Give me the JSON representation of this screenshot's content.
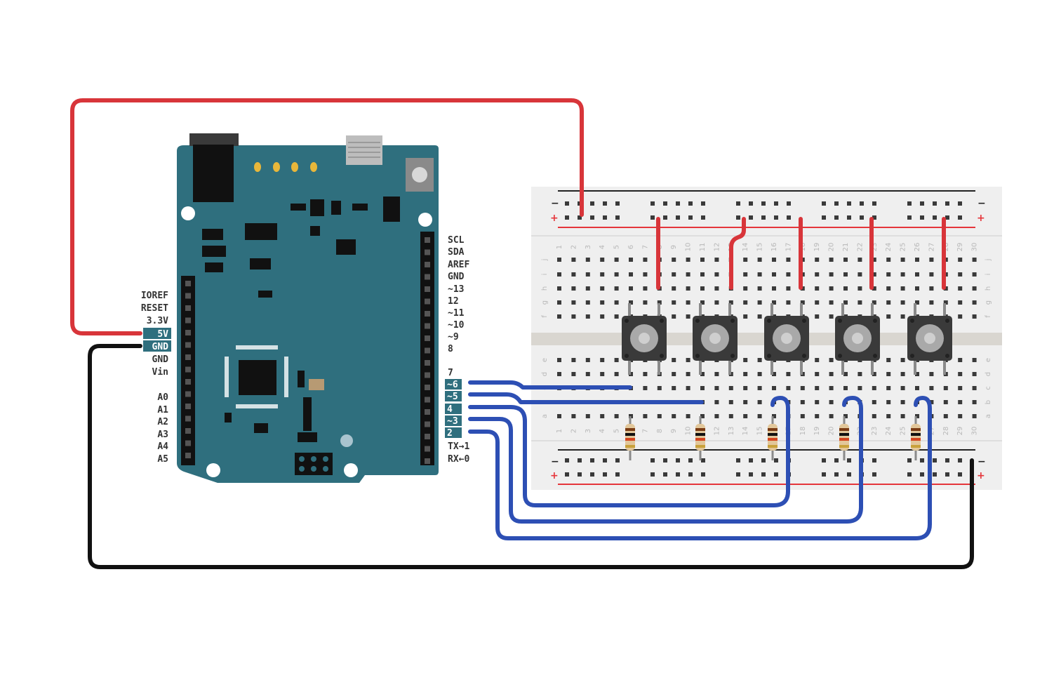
{
  "colors": {
    "board": "#2f6f7e",
    "board_dark": "#1f4f5a",
    "highlight": "#2f6f7e",
    "wire_red": "#d8353a",
    "wire_black": "#111111",
    "wire_blue": "#2d4fb4",
    "breadboard": "#efefef",
    "rail_red": "#e5353a",
    "rail_black": "#222222",
    "button_body": "#3a3a3a",
    "button_cap": "#a9a9a9"
  },
  "arduino": {
    "left_header": {
      "power": [
        "IOREF",
        "RESET",
        "3.3V",
        "5V",
        "GND",
        "GND",
        "Vin"
      ],
      "analog": [
        "A0",
        "A1",
        "A2",
        "A3",
        "A4",
        "A5"
      ],
      "highlighted": [
        "5V",
        "GND"
      ]
    },
    "right_header": {
      "upper": [
        "SCL",
        "SDA",
        "AREF",
        "GND",
        "~13",
        "12",
        "~11",
        "~10",
        "~9",
        "8"
      ],
      "lower": [
        "7",
        "~6",
        "~5",
        "4",
        "~3",
        "2",
        "TX→1",
        "RX←0"
      ],
      "highlighted": [
        "~6",
        "~5",
        "4",
        "~3",
        "2"
      ]
    }
  },
  "breadboard": {
    "columns": [
      "1",
      "2",
      "3",
      "4",
      "5",
      "6",
      "7",
      "8",
      "9",
      "10",
      "11",
      "12",
      "13",
      "14",
      "15",
      "16",
      "17",
      "18",
      "19",
      "20",
      "21",
      "22",
      "23",
      "24",
      "25",
      "26",
      "27",
      "28",
      "29",
      "30"
    ],
    "rows_top": [
      "j",
      "i",
      "h",
      "g",
      "f"
    ],
    "rows_bottom": [
      "e",
      "d",
      "c",
      "b",
      "a"
    ],
    "rail_plus": "+",
    "rail_minus": "−"
  },
  "components": {
    "pushbuttons": 5,
    "resistors": 5
  },
  "icons": {
    "board": "arduino-uno-icon",
    "button": "pushbutton-icon",
    "resistor": "resistor-icon"
  }
}
